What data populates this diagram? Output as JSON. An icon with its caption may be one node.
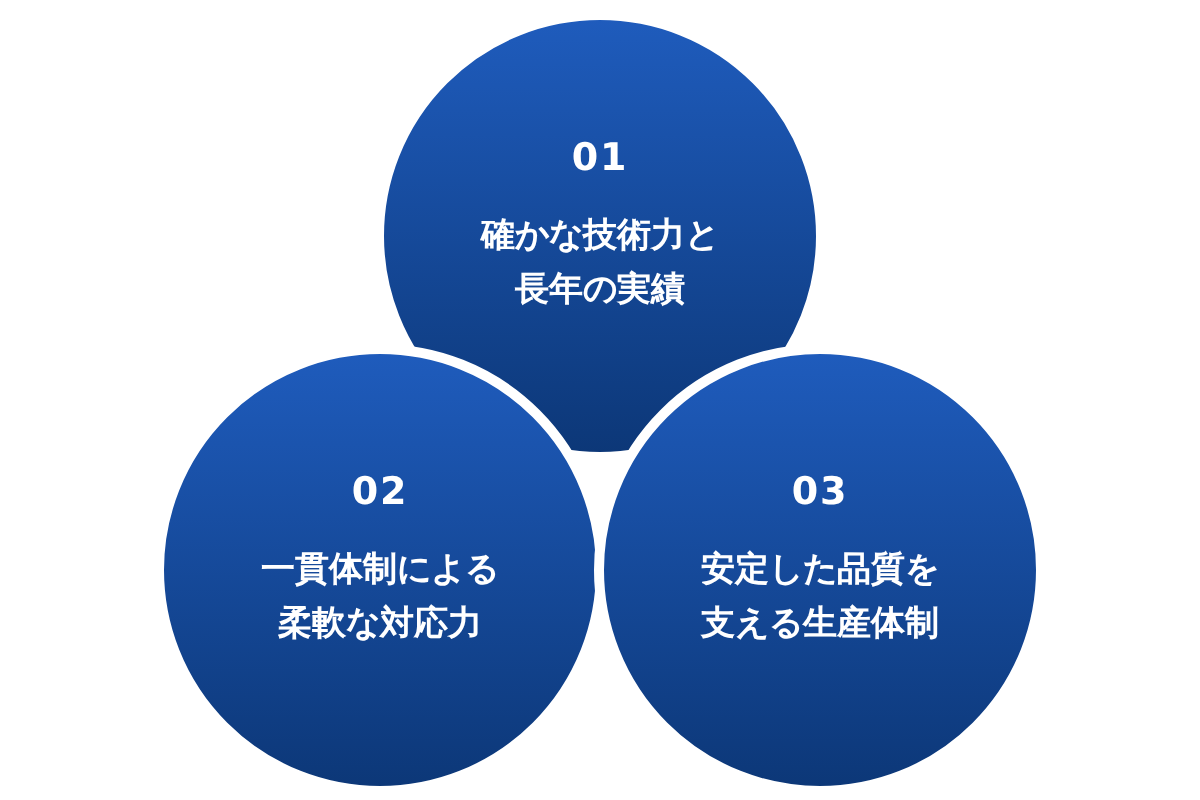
{
  "diagram": {
    "nodes": [
      {
        "text": [
          "01",
          "確かな技術力と長年の実績"
        ]
      },
      {
        "text": [
          "02",
          "一貫体制による柔軟な対応力"
        ]
      },
      {
        "text": [
          "03",
          "安定した品質を支える生産体制"
        ]
      }
    ]
  }
}
